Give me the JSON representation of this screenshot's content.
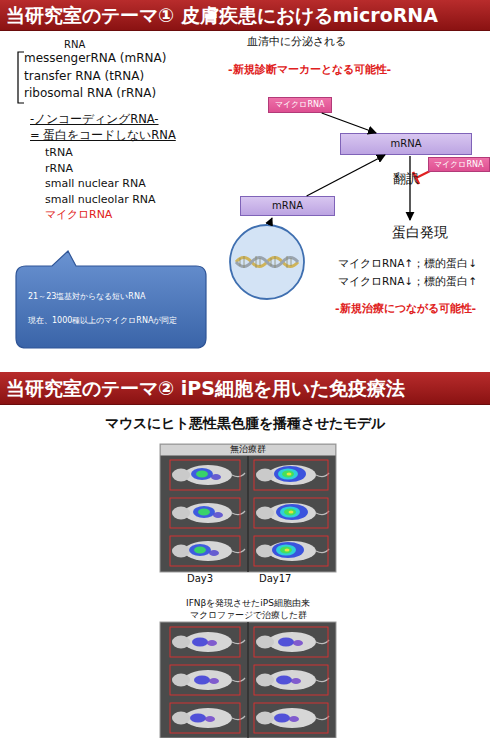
{
  "diagram": {
    "nodes": [
      {
        "text": [
          "当研究室のテーマ① 皮膚疾患におけるmicroRNA"
        ]
      },
      {
        "text": [
          "21～23塩基対からなる短いRNA",
          "現在、1000種以上のマイクロRNAが同定"
        ]
      },
      {
        "text": [
          "マイクロRNA"
        ]
      },
      {
        "text": [
          "mRNA"
        ]
      },
      {
        "text": [
          "マイクロRNA"
        ]
      },
      {
        "text": [
          "mRNA"
        ]
      },
      {
        "text": [
          "当研究室のテーマ② iPS細胞を用いた免疫療法"
        ]
      },
      {
        "text": [
          "無治療群"
        ]
      },
      {
        "text": [
          "IFNβを発現させたiPS細胞由来 マクロファージで治療した群"
        ]
      }
    ],
    "edges": [
      {
        "from": 5,
        "to": 3,
        "arrow": "to"
      },
      {
        "from": 2,
        "to": 3,
        "arrow": "to"
      }
    ],
    "labels": [
      "RNA",
      "messengerRNA (mRNA)",
      "transfer RNA (tRNA)",
      "ribosomal RNA (rRNA)",
      "-ノンコーディングRNA-",
      "= 蛋白をコードしないRNA",
      "tRNA",
      "rRNA",
      "small nuclear RNA",
      "small nucleolar RNA",
      "マイクロRNA",
      "血清中に分泌される",
      "-新規診断マーカーとなる可能性-",
      "翻訳",
      "蛋白発現",
      "マイクロRNA↑；標的蛋白↓",
      "マイクロRNA↓；標的蛋白↑",
      "-新規治療につながる可能性-",
      "マウスにヒト悪性黒色腫を播種させたモデル",
      "Day3",
      "Day17"
    ]
  }
}
